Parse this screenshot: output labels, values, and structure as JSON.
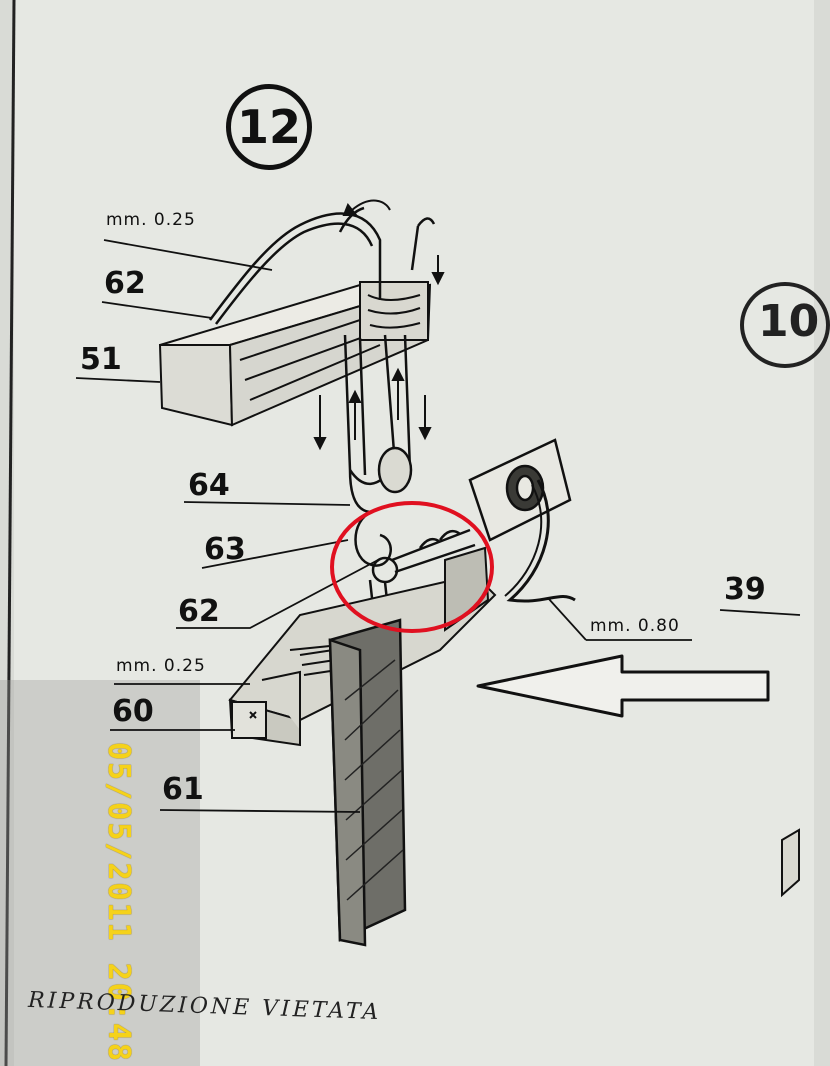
{
  "step_number": "12",
  "next_step_partial": "10",
  "labels": {
    "rope_top": "mm. 0.25",
    "part_62_top": "62",
    "part_51": "51",
    "part_64": "64",
    "part_63": "63",
    "part_62_bottom": "62",
    "rope_mid": "mm. 0.25",
    "part_60": "60",
    "part_61": "61",
    "part_39": "39",
    "rope_right": "mm. 0.80"
  },
  "date_stamp": "05/05/2011  20:48",
  "footer": "RIPRODUZIONE VIETATA",
  "colors": {
    "paper": "#e4e6e1",
    "ink": "#111111",
    "highlight_circle": "#e01020",
    "date_stamp": "#f5d21a"
  }
}
